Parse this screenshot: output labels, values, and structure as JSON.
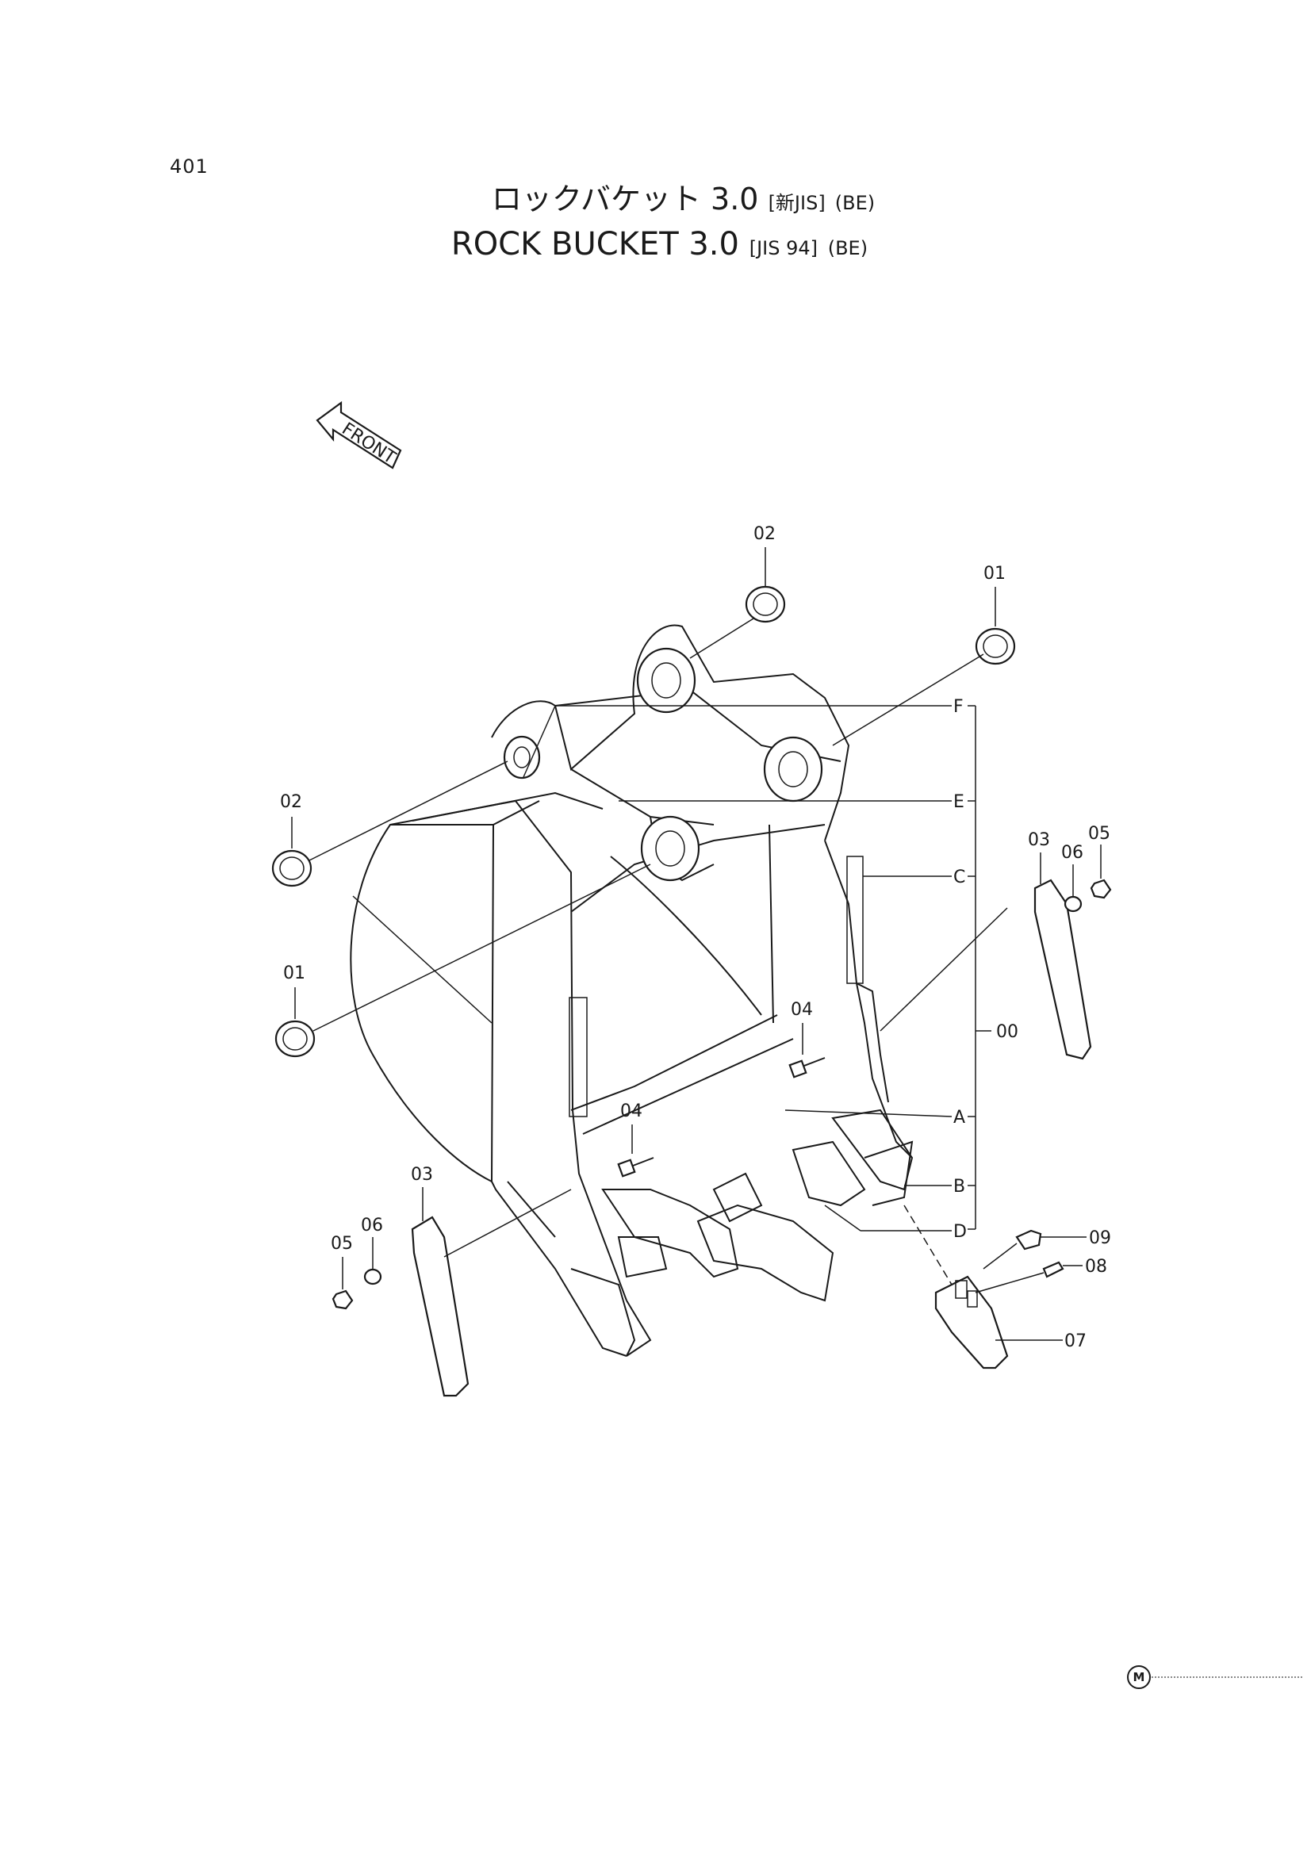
{
  "page_number": "401",
  "title_jp": {
    "main": "ロックバケット 3.0",
    "tag1": "[新JIS]",
    "tag2": "(BE)"
  },
  "title_en": {
    "main": "ROCK  BUCKET  3.0",
    "tag1": "[JIS 94]",
    "tag2": "(BE)"
  },
  "front_arrow": "FRONT",
  "callouts": {
    "p01_upper": "01",
    "p01_lower": "01",
    "p02_upper": "02",
    "p02_lower": "02",
    "p03_right": "03",
    "p03_left": "03",
    "p04_right": "04",
    "p04_left": "04",
    "p05_right": "05",
    "p05_left": "05",
    "p06_right": "06",
    "p06_left": "06",
    "p07": "07",
    "p08": "08",
    "p09": "09",
    "p00": "00",
    "A": "A",
    "B": "B",
    "C": "C",
    "D": "D",
    "E": "E",
    "F": "F"
  },
  "corner_mark": "M"
}
